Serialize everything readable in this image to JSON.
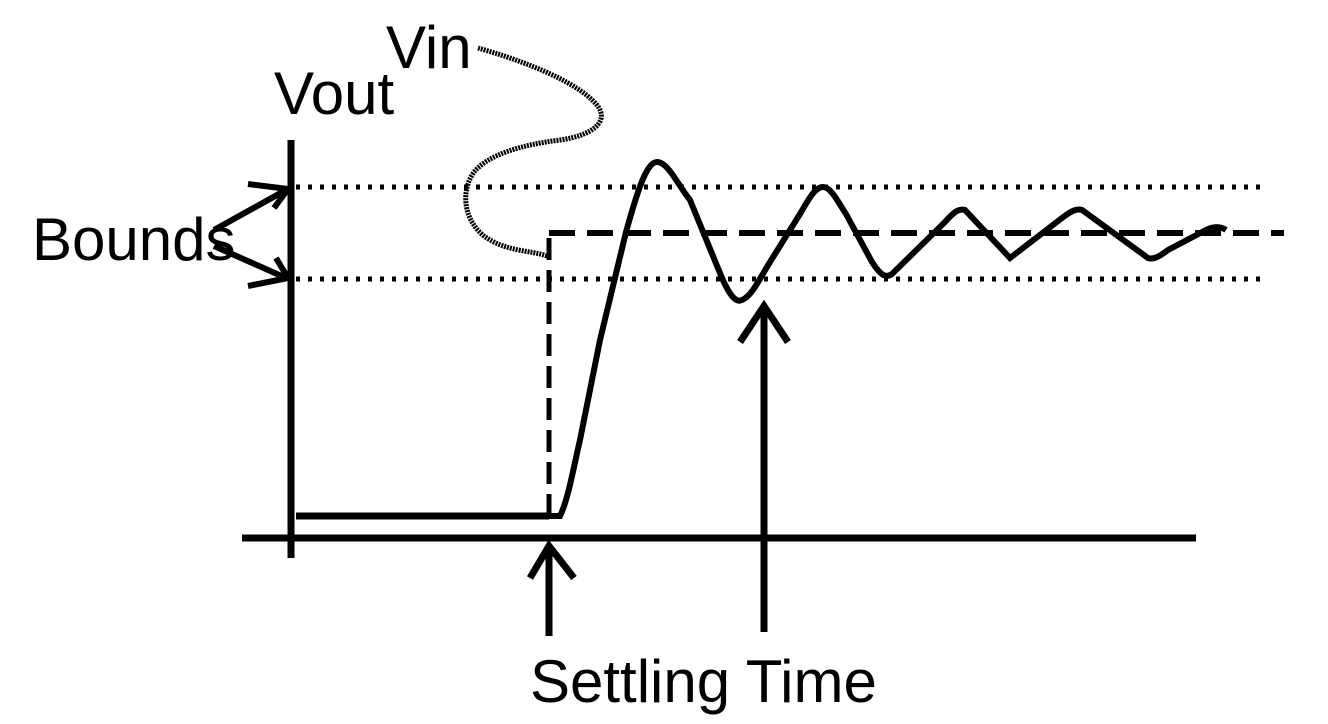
{
  "labels": {
    "vin": "Vin",
    "vout": "Vout",
    "bounds": "Bounds",
    "settling_time": "Settling Time"
  },
  "colors": {
    "background": "#ffffff",
    "ink": "#000000"
  }
}
